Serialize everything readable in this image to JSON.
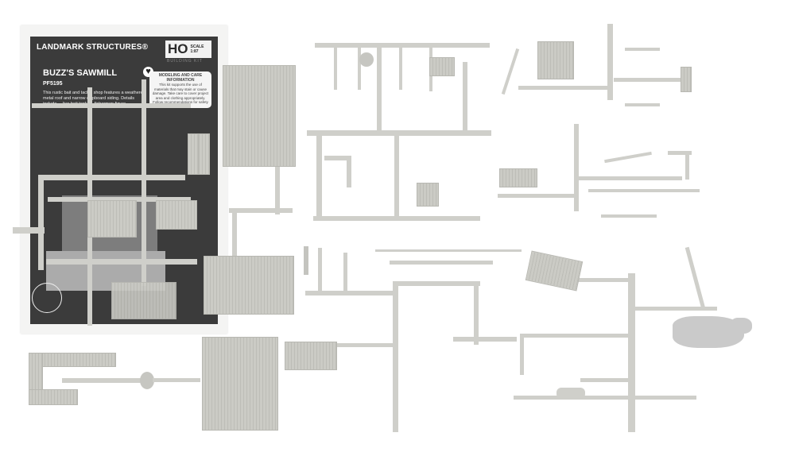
{
  "photo": {
    "subject": "HO scale plastic model kit parts sprues with instruction sheet",
    "background_color": "#ffffff",
    "plastic_color": "#cfcfca"
  },
  "instruction_sheet": {
    "brand": "LANDMARK STRUCTURES®",
    "scale_badge": "HO",
    "scale_label": "SCALE",
    "scale_ratio": "1:87",
    "kit_type": "BUILDING KIT",
    "title": "BUZZ'S SAWMILL",
    "sku": "PF5195",
    "description": "This rustic bait and tackle shop features a weathered metal roof and narrow clapboard siding. Details include ... live bait tank, ... fisherman figure,",
    "care_box": {
      "heading": "MODELING AND CARE INFORMATION",
      "body": "This kit supports the use of materials that may stain or cause damage. Take care to cover project area and clothing appropriately. Follow recommendations for safety and cleanup."
    },
    "heart_icon": "heart-icon"
  }
}
